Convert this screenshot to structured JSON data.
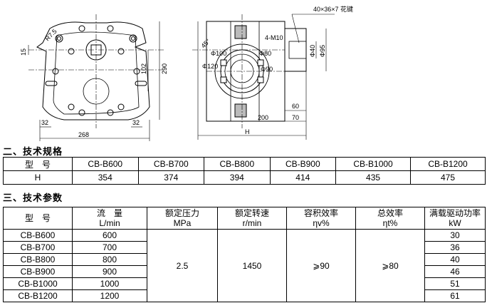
{
  "drawing": {
    "left_view": {
      "r_label": "R7.5",
      "dim_15": "15",
      "dim_102": "102",
      "dim_290": "290",
      "dim_32_left": "32",
      "dim_32_right": "32",
      "dim_268": "268"
    },
    "right_view": {
      "spline_note": "40×36×7 花键",
      "angle": "45°",
      "thread": "4-M10",
      "d100": "Φ100",
      "d80": "Φ80",
      "d120": "Φ120",
      "d90": "Φ90",
      "d40": "Φ40",
      "d95": "Φ95",
      "dim_60": "60",
      "dim_70": "70",
      "dim_200": "200",
      "dim_H": "H"
    }
  },
  "section2": {
    "title": "二、技术规格",
    "header_label": "型　号",
    "models": [
      "CB-B600",
      "CB-B700",
      "CB-B800",
      "CB-B900",
      "CB-B1000",
      "CB-B1200"
    ],
    "row_label": "H",
    "values": [
      "354",
      "374",
      "394",
      "414",
      "435",
      "475"
    ]
  },
  "section3": {
    "title": "三、技术参数",
    "headers": [
      {
        "line1": "型　号",
        "line2": ""
      },
      {
        "line1": "流　量",
        "line2": "L/min"
      },
      {
        "line1": "额定压力",
        "line2": "MPa"
      },
      {
        "line1": "额定转速",
        "line2": "r/min"
      },
      {
        "line1": "容积效率",
        "line2": "ηv%"
      },
      {
        "line1": "总效率",
        "line2": "ηt%"
      },
      {
        "line1": "满载驱动功率",
        "line2": "kW"
      }
    ],
    "rows": [
      {
        "model": "CB-B600",
        "flow": "600",
        "power": "30"
      },
      {
        "model": "CB-B700",
        "flow": "700",
        "power": "36"
      },
      {
        "model": "CB-B800",
        "flow": "800",
        "power": "40"
      },
      {
        "model": "CB-B900",
        "flow": "900",
        "power": "46"
      },
      {
        "model": "CB-B1000",
        "flow": "1000",
        "power": "51"
      },
      {
        "model": "CB-B1200",
        "flow": "1200",
        "power": "61"
      }
    ],
    "shared": {
      "pressure": "2.5",
      "speed": "1450",
      "vol_eff": "⩾90",
      "total_eff": "⩾80"
    }
  }
}
